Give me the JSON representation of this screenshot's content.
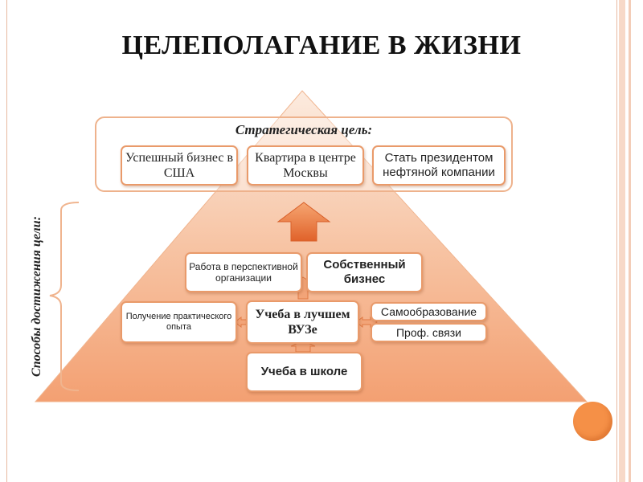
{
  "title": "ЦЕЛЕПОЛАГАНИЕ В ЖИЗНИ",
  "side_label": "Способы достижения цели:",
  "strategic": {
    "label": "Стратегическая цель:",
    "goals": [
      "Успешный бизнес в США",
      "Квартира в центре Москвы",
      "Стать президентом нефтяной компании"
    ]
  },
  "level3": {
    "work": "Работа в перспективной организации",
    "own_business": "Собственный бизнес"
  },
  "level2": {
    "experience": "Получение практического опыта",
    "university": "Учеба в лучшем ВУЗе",
    "self_education": "Самообразование",
    "connections": "Проф. связи"
  },
  "level1": {
    "school": "Учеба в школе"
  },
  "colors": {
    "pyramid_top": "#fbe3d3",
    "pyramid_bottom": "#f4a77a",
    "border": "#e99a6a",
    "arrow": "#e8743a",
    "accent_ball": "#f59047"
  }
}
